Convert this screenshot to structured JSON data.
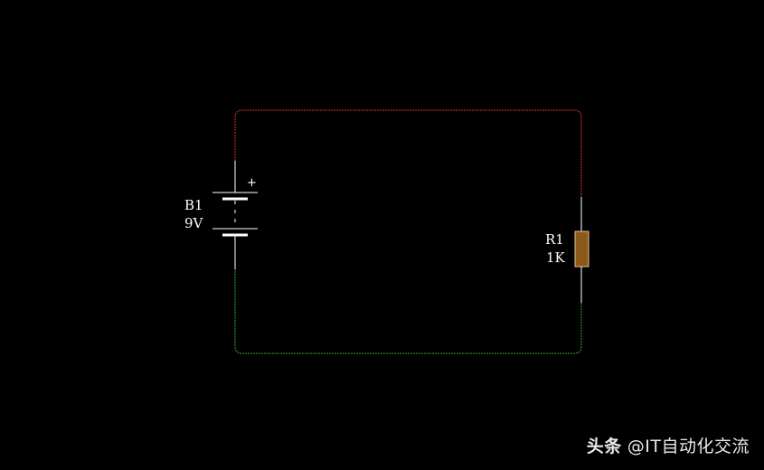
{
  "battery": {
    "name": "B1",
    "value": "9V",
    "polarity": "+"
  },
  "resistor": {
    "name": "R1",
    "value": "1K"
  },
  "colors": {
    "background": "#000000",
    "positive_wire": "#d23a2a",
    "negative_wire": "#2fa82f",
    "component_lead": "#ffffff",
    "resistor_fill": "#8b5a1a",
    "resistor_stroke": "#e0c090"
  },
  "watermark": {
    "brand": "头条",
    "handle": "@IT自动化交流"
  }
}
